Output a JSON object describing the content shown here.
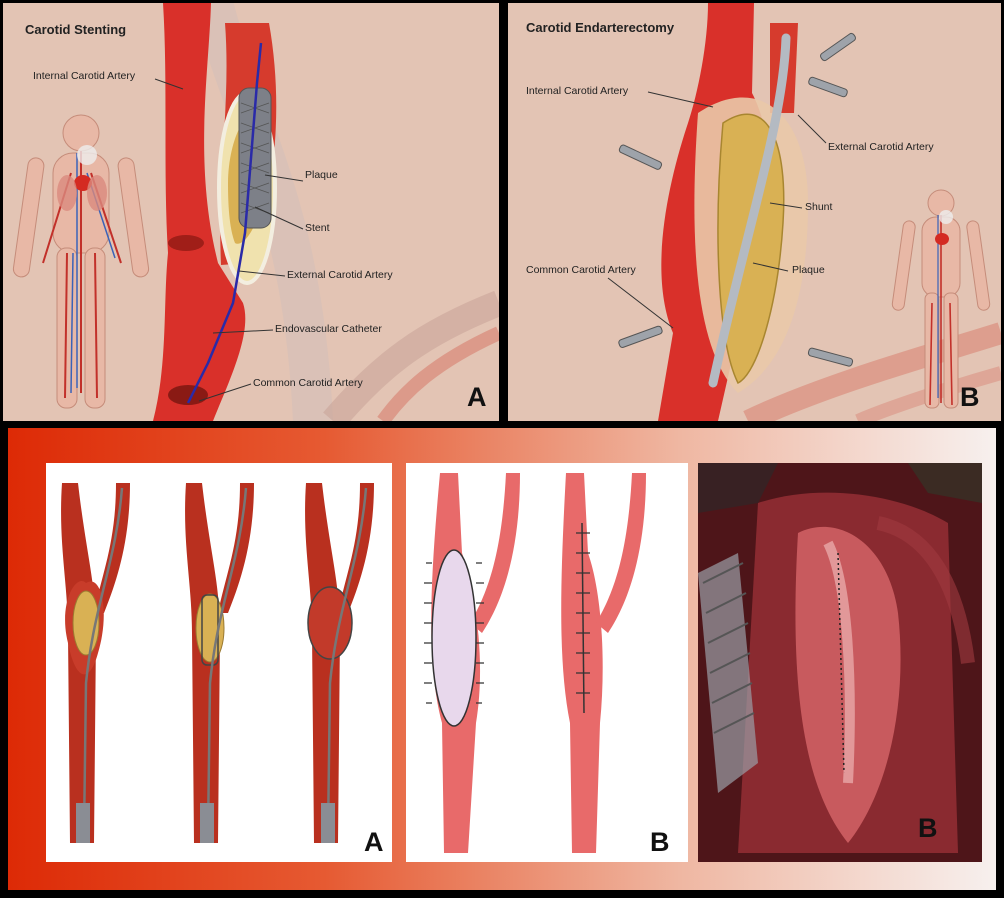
{
  "panel_a": {
    "title": "Carotid Stenting",
    "labels": {
      "internal": "Internal Carotid Artery",
      "plaque": "Plaque",
      "stent": "Stent",
      "external": "External Carotid Artery",
      "catheter": "Endovascular Catheter",
      "common": "Common Carotid Artery"
    },
    "letter": "A"
  },
  "panel_b": {
    "title": "Carotid Endarterectomy",
    "labels": {
      "internal": "Internal Carotid Artery",
      "external": "External Carotid Artery",
      "shunt": "Shunt",
      "common": "Common Carotid Artery",
      "plaque": "Plaque"
    },
    "letter": "B"
  },
  "bottom": {
    "stent_letter": "A",
    "suture_letter": "B",
    "photo_letter": "B"
  },
  "colors": {
    "background": "#e3c4b4",
    "artery": "#d9302a",
    "plaque": "#d9b154",
    "stent": "#7d8088",
    "shunt": "#b4bac2"
  }
}
